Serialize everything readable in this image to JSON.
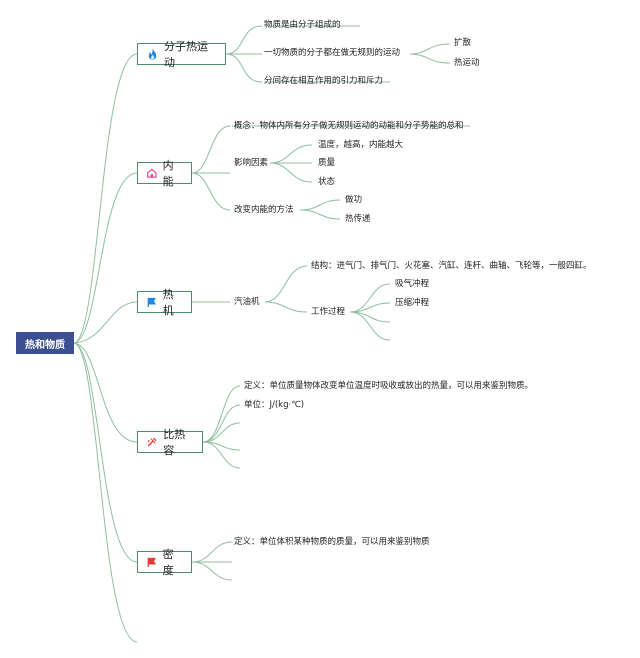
{
  "root": "热和物质",
  "topics": {
    "molecular_motion": {
      "label": "分子热运动",
      "items": [
        "物质是由分子组成的",
        "一切物质的分子都在做无规则的运动",
        "分间存在相互作用的引力和斥力"
      ],
      "sub": [
        "扩散",
        "热运动"
      ]
    },
    "internal_energy": {
      "label": "内能",
      "concept": "概念：物体内所有分子做无规则运动的动能和分子势能的总和",
      "factors": "影响因素",
      "factor_items": [
        "温度，越高，内能越大",
        "质量",
        "状态"
      ],
      "methods": "改变内能的方法",
      "method_items": [
        "做功",
        "热传递"
      ]
    },
    "heat_engine": {
      "label": "热机",
      "engine": "汽油机",
      "structure": "结构：进气门、排气门、火花塞、汽缸、连杆、曲轴、飞轮等，一般四缸。",
      "process": "工作过程",
      "process_items": [
        "吸气冲程",
        "压缩冲程"
      ]
    },
    "specific_heat": {
      "label": "比热容",
      "definition": "定义：单位质量物体改变单位温度时吸收或放出的热量，可以用来鉴别物质。",
      "unit": "单位：J/(kg·℃)"
    },
    "density": {
      "label": "密度",
      "definition": "定义：单位体积某种物质的质量，可以用来鉴别物质"
    }
  },
  "colors": {
    "root_bg": "#3c4f91",
    "border": "#4f8d6a",
    "line": "#8fbf9f",
    "icon_fire": "#1e88e5",
    "icon_home": "#e0457b",
    "icon_flag_blue": "#1e88e5",
    "icon_flag_red": "#e53935",
    "icon_tools": "#e53935"
  },
  "icons": [
    "fire-icon",
    "home-icon",
    "flag-icon",
    "tools-icon",
    "flag-icon"
  ]
}
